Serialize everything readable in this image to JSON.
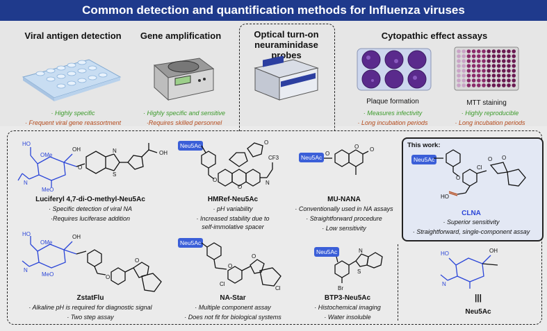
{
  "banner": {
    "title": "Common detection and quantification methods for Influenza viruses"
  },
  "top": {
    "viral_antigen": {
      "title": "Viral antigen detection",
      "pro": "· Highly specific",
      "con": "· Frequent viral gene reassortment"
    },
    "gene_amp": {
      "title": "Gene amplification",
      "pro": "· Highly specific and sensitive",
      "con": "·Requires skilled personnel"
    },
    "optical": {
      "title_line1": "Optical turn-on",
      "title_line2": "neuraminidase probes"
    },
    "cytopathic": {
      "title": "Cytopathic effect assays",
      "plaque": {
        "label": "Plaque formation",
        "pro": "· Measures infectivity",
        "con": "· Long incubation periods"
      },
      "mtt": {
        "label": "MTT staining",
        "pro": "· Highly reproducible",
        "con": "· Long incubation periods"
      }
    }
  },
  "probes": {
    "luciferyl": {
      "name": "Luciferyl 4,7-di-O-methyl-Neu5Ac",
      "line1": "· Specific detection of viral NA",
      "line2": "·Requires luciferase addition"
    },
    "hmref": {
      "name": "HMRef-Neu5Ac",
      "line1": "· pH variability",
      "line2": "· Increased stability due to",
      "line3": "self-immolative spacer"
    },
    "munana": {
      "name": "MU-NANA",
      "line1": "· Conventionally used in NA assays",
      "line2": "· Straightforward procedure",
      "line3": "· Low sensitivity"
    },
    "zstatflu": {
      "name": "ZstatFlu",
      "line1": "· Alkaline pH is required for diagnostic signal",
      "line2": "· Two step assay"
    },
    "nastar": {
      "name": "NA-Star",
      "line1": "· Multiple component assay",
      "line2": "· Does not fit for biological systems"
    },
    "btp3": {
      "name": "BTP3-Neu5Ac",
      "line1": "· Histochemical imaging",
      "line2": "· Water insoluble"
    },
    "clna": {
      "heading": "This work:",
      "name": "CLNA",
      "line1": "· Superior sensitivity",
      "line2": "· Straightforward, single-component assay"
    },
    "neu5ac": {
      "name": "Neu5Ac",
      "equiv": "|||"
    }
  },
  "struct_labels": {
    "tag": "Neu5Ac",
    "oh": "OH",
    "ho": "HO",
    "ome": "OMe",
    "meo": "MeO",
    "o": "O",
    "n": "N",
    "s": "S",
    "h": "H",
    "cl": "Cl",
    "br": "Br",
    "cf3": "CF3",
    "nh": "N",
    "cooh": "OH",
    "ho_co": "HO"
  },
  "colors": {
    "banner": "#1f3a8c",
    "green": "#3b9a2a",
    "red": "#b44a1c",
    "blue": "#2b46d8",
    "tag": "#3b5fd8"
  }
}
